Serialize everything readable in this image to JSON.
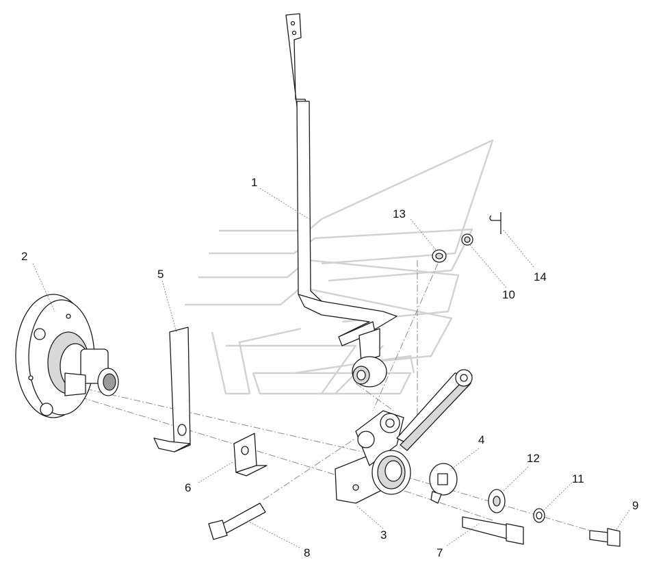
{
  "callouts": [
    {
      "id": "1",
      "text": "1"
    },
    {
      "id": "2",
      "text": "2"
    },
    {
      "id": "3",
      "text": "3"
    },
    {
      "id": "4",
      "text": "4"
    },
    {
      "id": "5",
      "text": "5"
    },
    {
      "id": "6",
      "text": "6"
    },
    {
      "id": "7",
      "text": "7"
    },
    {
      "id": "8",
      "text": "8"
    },
    {
      "id": "9",
      "text": "9"
    },
    {
      "id": "10",
      "text": "10"
    },
    {
      "id": "11",
      "text": "11"
    },
    {
      "id": "12",
      "text": "12"
    },
    {
      "id": "13",
      "text": "13"
    },
    {
      "id": "14",
      "text": "14"
    }
  ],
  "colors": {
    "line": "#1a1a1a",
    "leader": "#8a8a8a",
    "watermark": "#d2d2d2",
    "background": "#ffffff"
  }
}
